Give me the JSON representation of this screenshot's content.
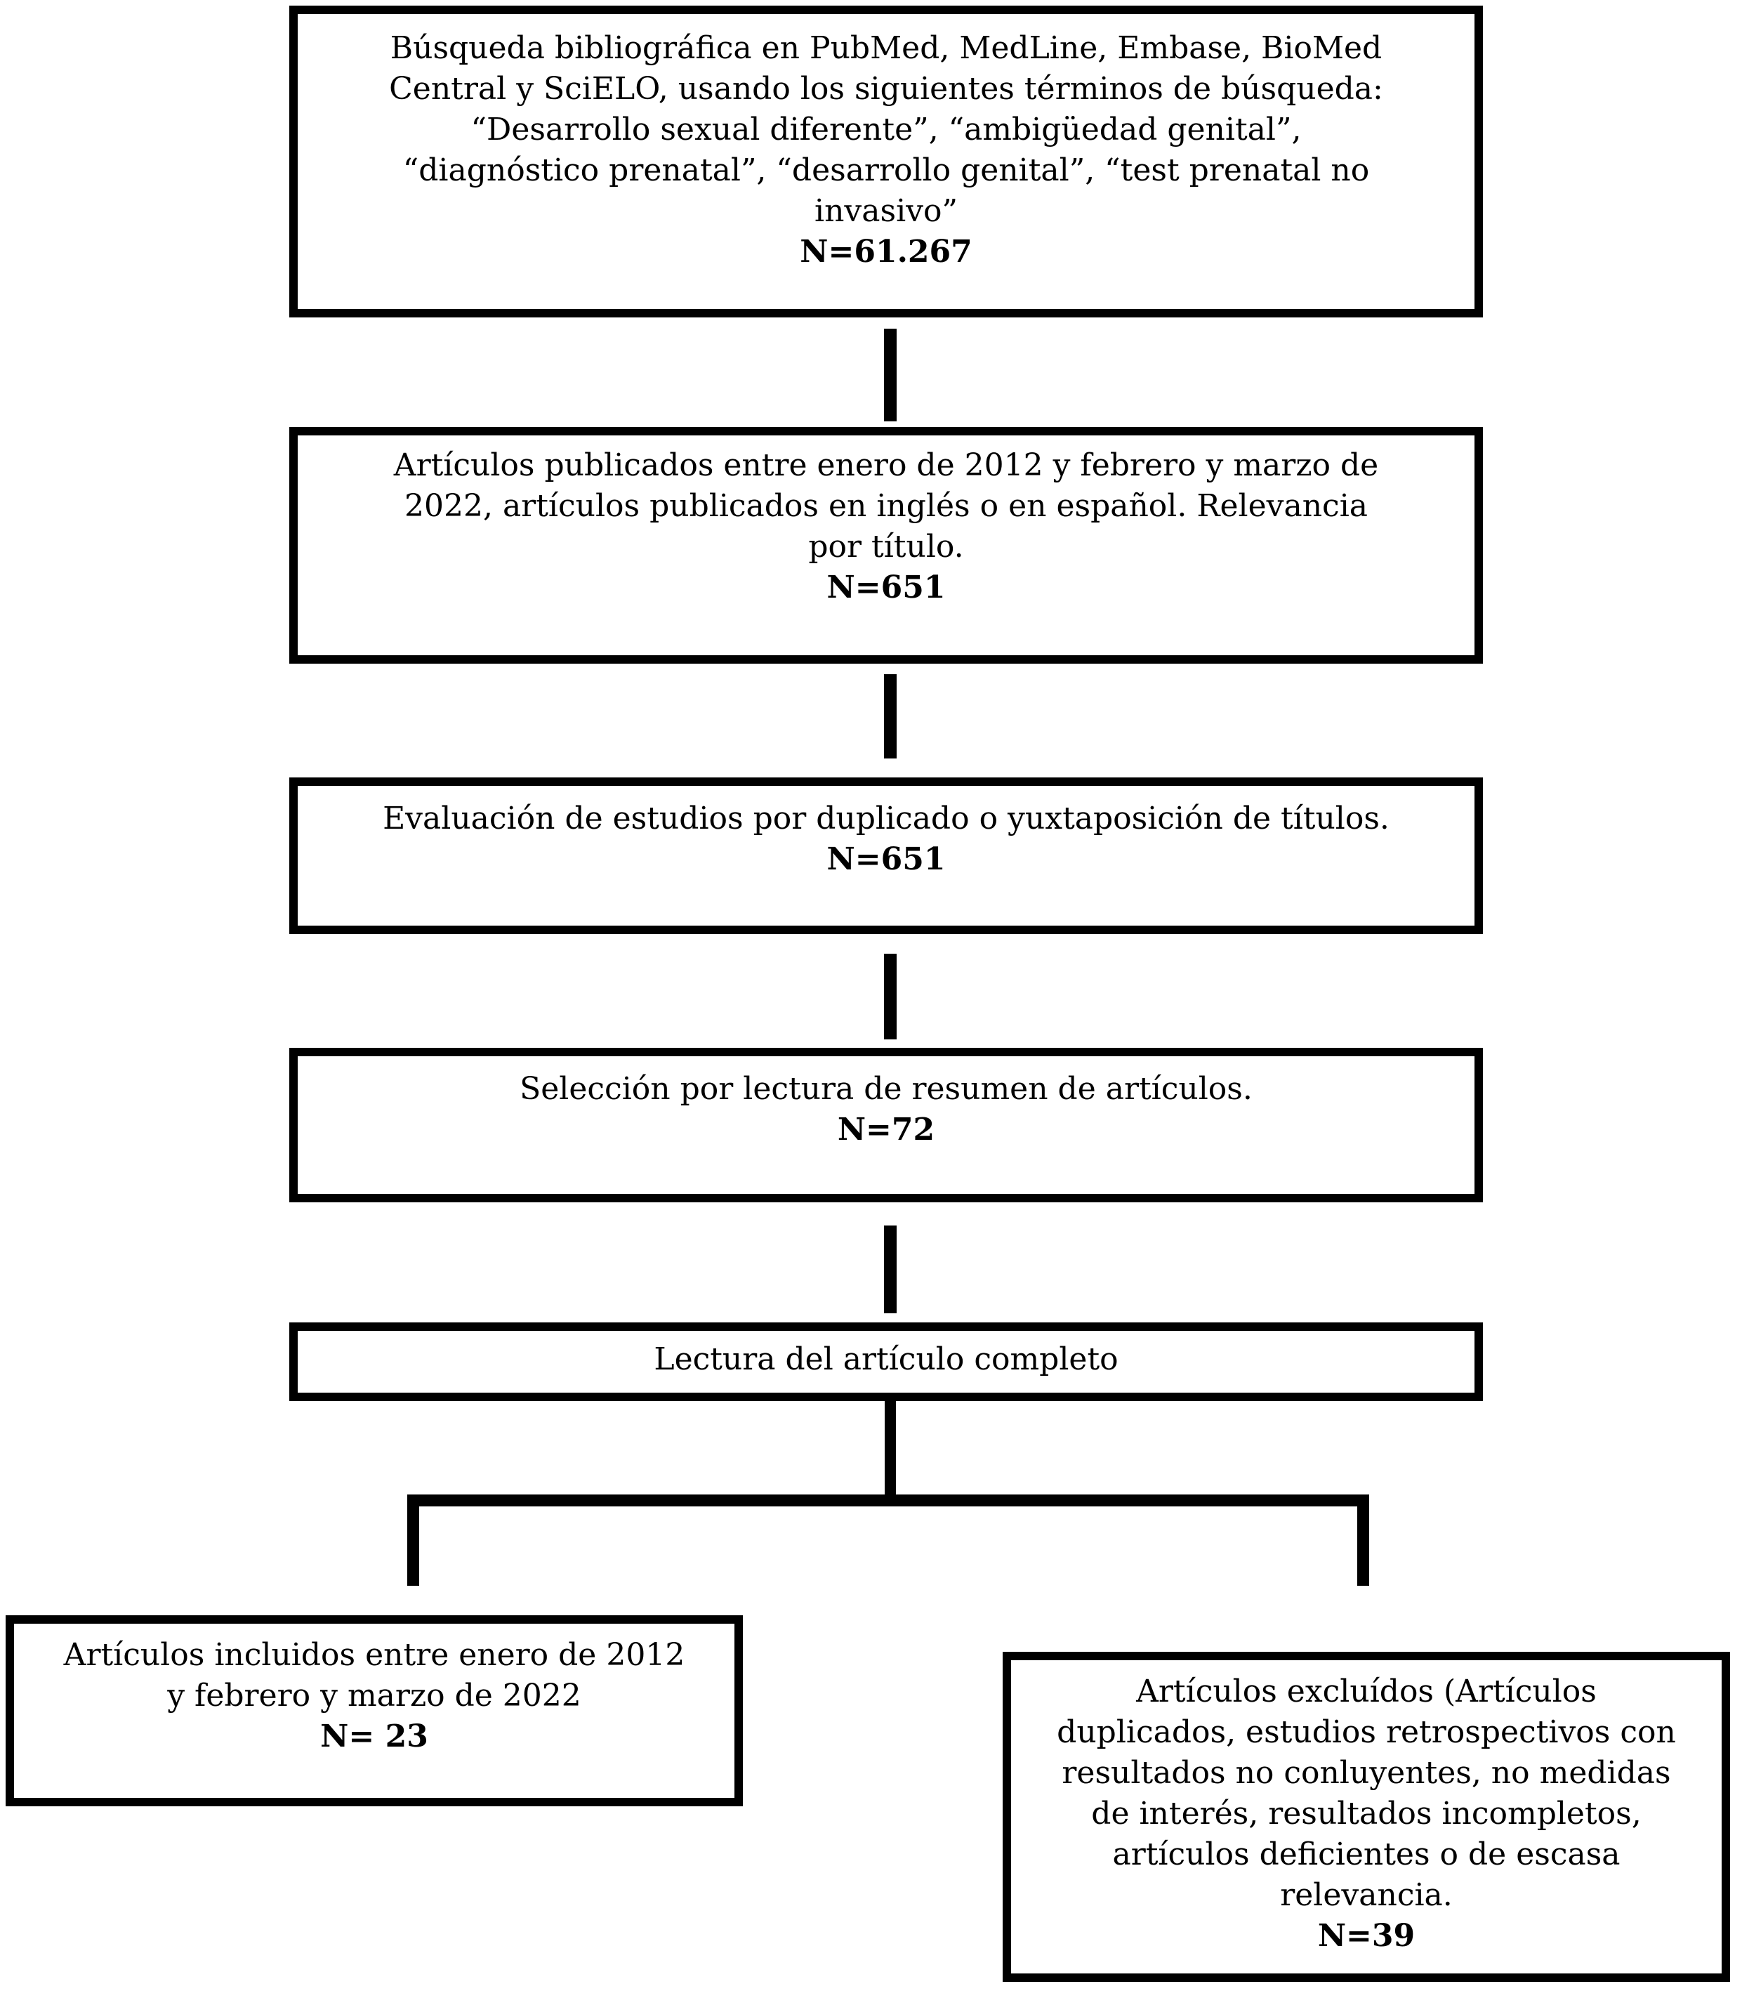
{
  "diagram": {
    "colors": {
      "ink": "#000000",
      "paper": "#ffffff"
    },
    "boxes": {
      "search": {
        "lines": [
          "Búsqueda bibliográfica en PubMed, MedLine, Embase, BioMed",
          "Central y SciELO, usando los siguientes términos de búsqueda:",
          "“Desarrollo sexual diferente”, “ambigüedad genital”,",
          "“diagnóstico prenatal”, “desarrollo genital”, “test prenatal no",
          "invasivo”"
        ],
        "count": "N=61.267"
      },
      "published": {
        "lines": [
          "Artículos publicados entre enero de 2012 y febrero y marzo de",
          "2022, artículos publicados en inglés o en español. Relevancia",
          "por título."
        ],
        "count": "N=651"
      },
      "evaluation": {
        "lines": [
          "Evaluación de estudios por duplicado o yuxtaposición de títulos."
        ],
        "count": "N=651"
      },
      "abstract_selection": {
        "lines": [
          "Selección por lectura de resumen de artículos."
        ],
        "count": "N=72"
      },
      "full_text": {
        "lines": [
          "Lectura del artículo completo"
        ]
      },
      "included": {
        "lines": [
          "Artículos incluidos entre enero de 2012",
          "y febrero y marzo de 2022"
        ],
        "count": "N= 23"
      },
      "excluded": {
        "lines": [
          "Artículos excluídos (Artículos",
          "duplicados, estudios retrospectivos con",
          "resultados no conluyentes, no medidas",
          "de interés, resultados incompletos,",
          "artículos deficientes o de escasa",
          "relevancia."
        ],
        "count": "N=39"
      }
    }
  }
}
